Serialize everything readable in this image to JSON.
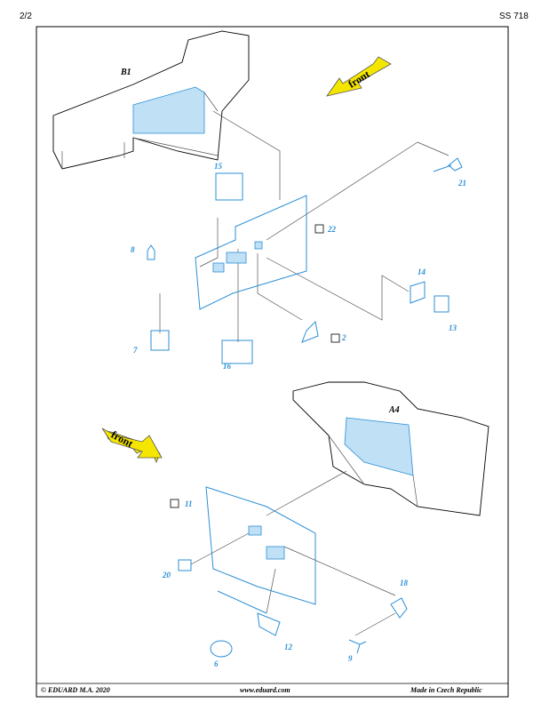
{
  "header": {
    "page": "2/2",
    "code": "SS 718"
  },
  "footer": {
    "copyright": "© EDUARD  M.A. 2020",
    "website": "www.eduard.com",
    "origin": "Made in Czech Republic"
  },
  "views": [
    {
      "label": "B1"
    },
    {
      "label": "A4"
    }
  ],
  "arrows": [
    {
      "text": "front",
      "color": "#f5e600"
    },
    {
      "text": "front",
      "color": "#f5e600"
    }
  ],
  "parts": {
    "p15": "15",
    "p21": "21",
    "p8": "8",
    "p22": "22",
    "p14": "14",
    "p7": "7",
    "p2": "2",
    "p13": "13",
    "p16": "16",
    "p11": "11",
    "p20": "20",
    "p18": "18",
    "p12": "12",
    "p6": "6",
    "p9": "9"
  },
  "colors": {
    "part_blue": "#2b8fd6",
    "fill_blue": "#bfe0f5"
  }
}
